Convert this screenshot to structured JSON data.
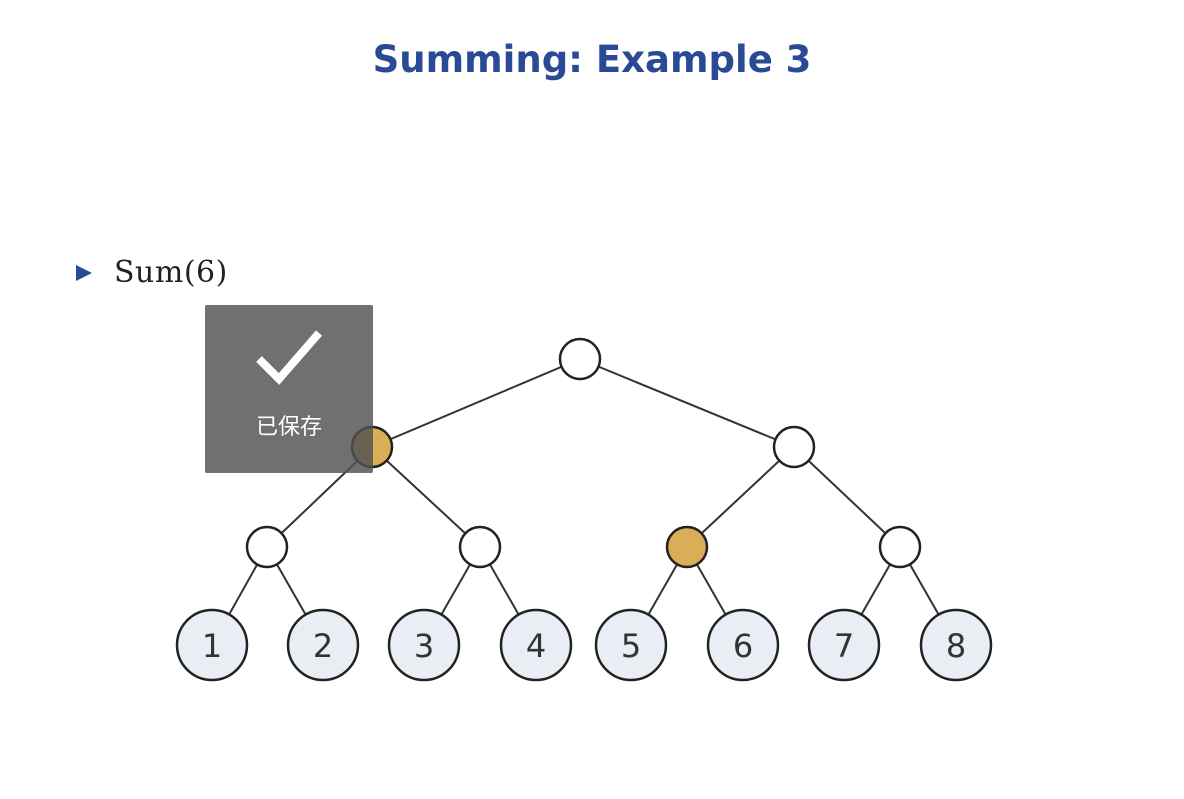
{
  "title": "Summing: Example 3",
  "bullet": {
    "text": "Sum(6)"
  },
  "tree": {
    "internal_nodes": [
      {
        "id": "root",
        "highlighted": false
      },
      {
        "id": "left",
        "highlighted": true
      },
      {
        "id": "right",
        "highlighted": false
      },
      {
        "id": "left-left",
        "highlighted": false
      },
      {
        "id": "left-right",
        "highlighted": false
      },
      {
        "id": "right-left",
        "highlighted": true
      },
      {
        "id": "right-right",
        "highlighted": false
      }
    ],
    "leaves": [
      "1",
      "2",
      "3",
      "4",
      "5",
      "6",
      "7",
      "8"
    ],
    "colors": {
      "highlight": "#d9ae57",
      "leaf_fill": "#e9eef5",
      "node_fill": "#ffffff",
      "edge": "#333333"
    }
  },
  "toast": {
    "icon": "checkmark-icon",
    "text": "已保存"
  }
}
